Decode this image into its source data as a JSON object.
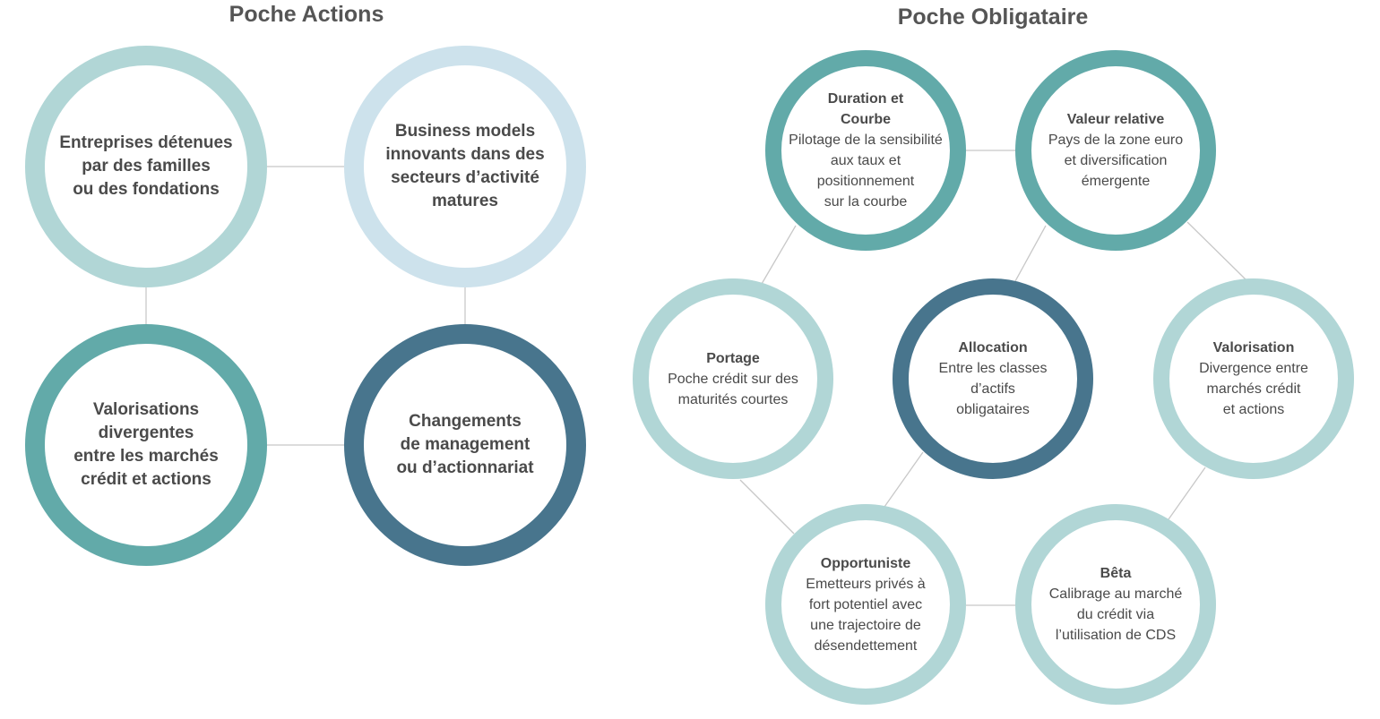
{
  "colors": {
    "light_teal": "#b1d6d6",
    "light_blue": "#cde2ec",
    "teal": "#62aaa9",
    "dark_blue": "#48758d",
    "connector": "#c8c8c8"
  },
  "actions": {
    "title": "Poche Actions",
    "circles": [
      {
        "lines": [
          "Entreprises détenues",
          "par des familles",
          "ou des fondations"
        ]
      },
      {
        "lines": [
          "Business models",
          "innovants dans des",
          "secteurs d’activité",
          "matures"
        ]
      },
      {
        "lines": [
          "Valorisations",
          "divergentes",
          "entre les marchés",
          "crédit et actions"
        ]
      },
      {
        "lines": [
          "Changements",
          "de management",
          "ou d’actionnariat"
        ]
      }
    ]
  },
  "obligataire": {
    "title": "Poche Obligataire",
    "circles": [
      {
        "heading": [
          "Duration et",
          "Courbe"
        ],
        "desc": [
          "Pilotage de la sensibilité",
          "aux taux et",
          "positionnement",
          "sur la courbe"
        ]
      },
      {
        "heading": [
          "Valeur relative"
        ],
        "desc": [
          "Pays de la zone euro",
          "et diversification",
          "émergente"
        ]
      },
      {
        "heading": [
          "Portage"
        ],
        "desc": [
          "Poche crédit sur des",
          "maturités courtes"
        ]
      },
      {
        "heading": [
          "Allocation"
        ],
        "desc": [
          "Entre les classes",
          "d’actifs",
          "obligataires"
        ]
      },
      {
        "heading": [
          "Valorisation"
        ],
        "desc": [
          "Divergence entre",
          "marchés crédit",
          "et actions"
        ]
      },
      {
        "heading": [
          "Opportuniste"
        ],
        "desc": [
          "Emetteurs privés à",
          "fort potentiel avec",
          "une trajectoire de",
          "désendettement"
        ]
      },
      {
        "heading": [
          "Bêta"
        ],
        "desc": [
          "Calibrage au marché",
          "du crédit via",
          "l’utilisation de CDS"
        ]
      }
    ]
  }
}
